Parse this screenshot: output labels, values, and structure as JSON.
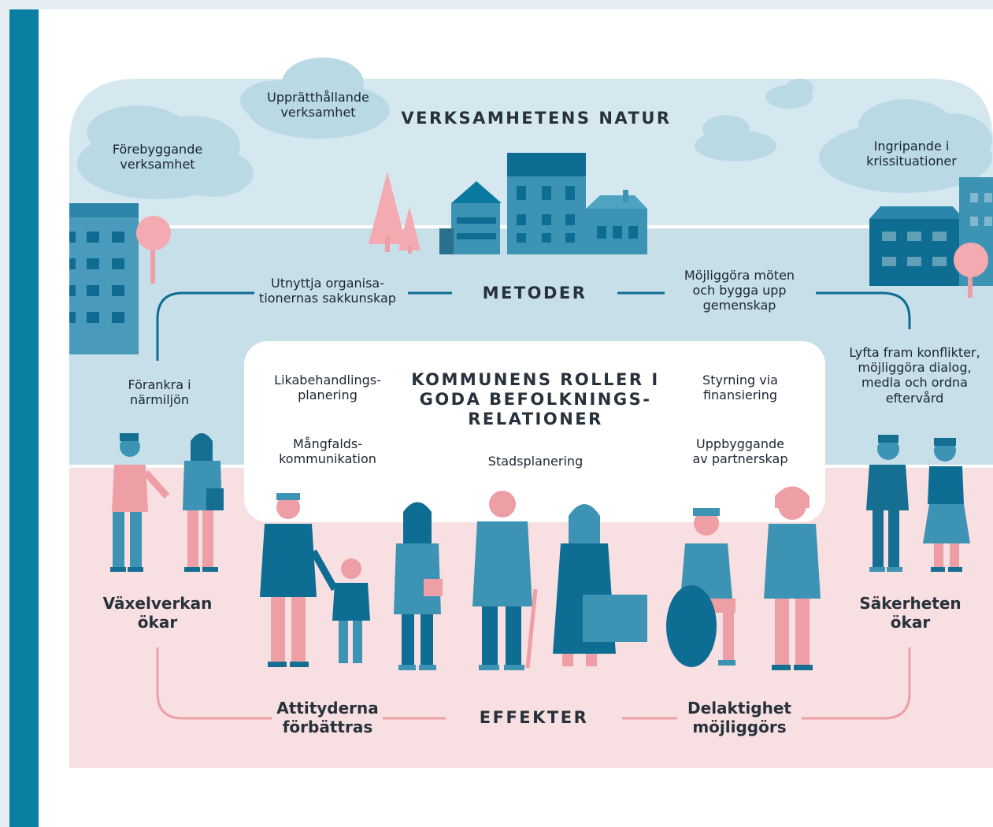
{
  "diagram": {
    "headings": {
      "nature": "VERKSAMHETENS NATUR",
      "methods": "METODER",
      "roles": "KOMMUNENS ROLLER I\nGODA BEFOLKNINGS-\nRELATIONER",
      "effects": "EFFEKTER"
    },
    "clouds": {
      "preventive": "Förebyggande\nverksamhet",
      "maintaining": "Upprätthållande\nverksamhet",
      "intervening": "Ingripande i\nkrissituationer"
    },
    "methods": {
      "left": "Utnyttja organisa-\ntionernas sakkunskap",
      "right": "Möjliggöra möten\noch bygga upp\ngemenskap",
      "anchor": "Förankra i\nnärmiljön",
      "conflict": "Lyfta fram konflikter,\nmöjliggöra dialog,\nmedla och ordna\neftervård"
    },
    "roles": {
      "equality": "Likabehandlings-\nplanering",
      "diversity": "Mångfalds-\nkommunikation",
      "urban": "Stadsplanering",
      "financing": "Styrning via\nfinansiering",
      "partnership": "Uppbyggande\nav partnerskap"
    },
    "effects": {
      "interaction": "Växelverkan\nökar",
      "safety": "Säkerheten\nökar",
      "attitudes": "Attityderna\nförbättras",
      "participation": "Delaktighet\nmöjliggörs"
    },
    "colors": {
      "sky": "#cfe3ec",
      "ground": "#f8dfe1",
      "teal": "#0a7fa2",
      "dark_teal": "#146f93",
      "mid_teal": "#3d93b3",
      "pink": "#eea1a4",
      "cloud": "#b9d9e5"
    }
  }
}
